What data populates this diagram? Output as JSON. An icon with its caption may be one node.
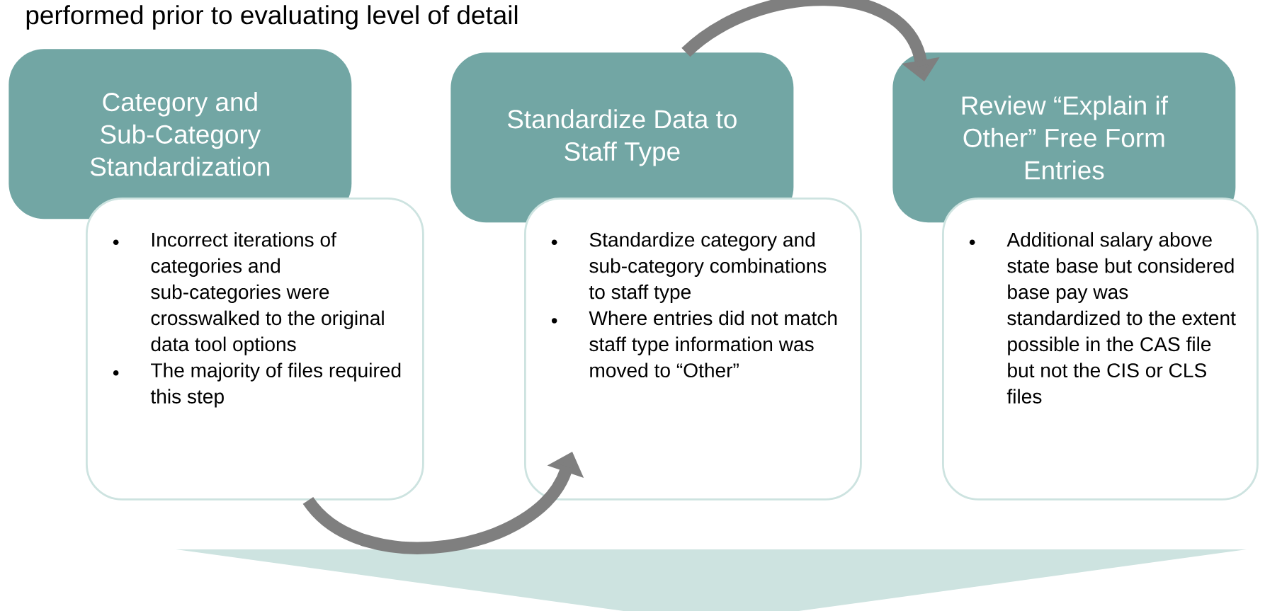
{
  "diagram": {
    "title": "performed prior to evaluating level of detail",
    "nodes": [
      {
        "text": [
          "Category and Sub-Category Standardization"
        ]
      },
      {
        "text": [
          "Incorrect iterations of categories and sub-categories were crosswalked to the original data tool options",
          "The majority of files required this step"
        ]
      },
      {
        "text": [
          "Standardize Data to Staff Type"
        ]
      },
      {
        "text": [
          "Standardize category and sub-category combinations to staff type",
          "Where entries did not match staff type information was moved to “Other”"
        ]
      },
      {
        "text": [
          "Review “Explain if Other” Free Form Entries"
        ]
      },
      {
        "text": [
          "Additional salary above state base but considered base pay was standardized to the extent possible in the CAS file but not the CIS or CLS files"
        ]
      }
    ],
    "edges": [
      {
        "from": 1,
        "to": 3,
        "arrow": "to"
      },
      {
        "from": 2,
        "to": 4,
        "arrow": "to"
      }
    ]
  }
}
